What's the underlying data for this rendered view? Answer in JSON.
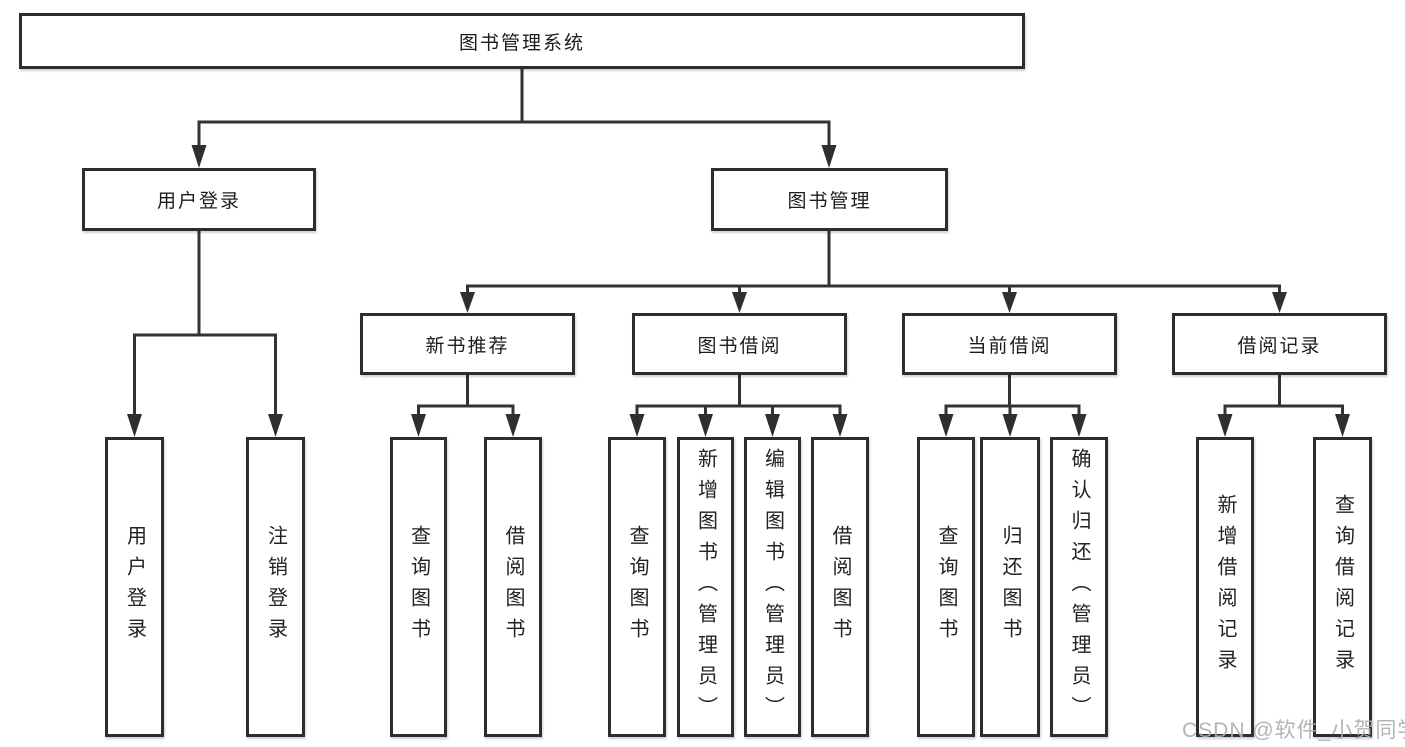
{
  "diagram": {
    "root": {
      "label": "图书管理系统"
    },
    "branches": [
      {
        "label": "用户登录",
        "children": [
          {
            "label": "用户登录"
          },
          {
            "label": "注销登录"
          }
        ]
      },
      {
        "label": "图书管理",
        "groups": [
          {
            "label": "新书推荐",
            "children": [
              {
                "label": "查询图书"
              },
              {
                "label": "借阅图书"
              }
            ]
          },
          {
            "label": "图书借阅",
            "children": [
              {
                "label": "查询图书"
              },
              {
                "label": "新增图书（管理员）"
              },
              {
                "label": "编辑图书（管理员）"
              },
              {
                "label": "借阅图书"
              }
            ]
          },
          {
            "label": "当前借阅",
            "children": [
              {
                "label": "查询图书"
              },
              {
                "label": "归还图书"
              },
              {
                "label": "确认归还（管理员）"
              }
            ]
          },
          {
            "label": "借阅记录",
            "children": [
              {
                "label": "新增借阅记录"
              },
              {
                "label": "查询借阅记录"
              }
            ]
          }
        ]
      }
    ]
  },
  "watermark": {
    "text": "CSDN @软件_小贺同学"
  },
  "colors": {
    "line": "#333333",
    "border": "#2d2d2d",
    "text": "#1c1c1c",
    "watermark": "#abaeb3",
    "background": "#ffffff"
  }
}
